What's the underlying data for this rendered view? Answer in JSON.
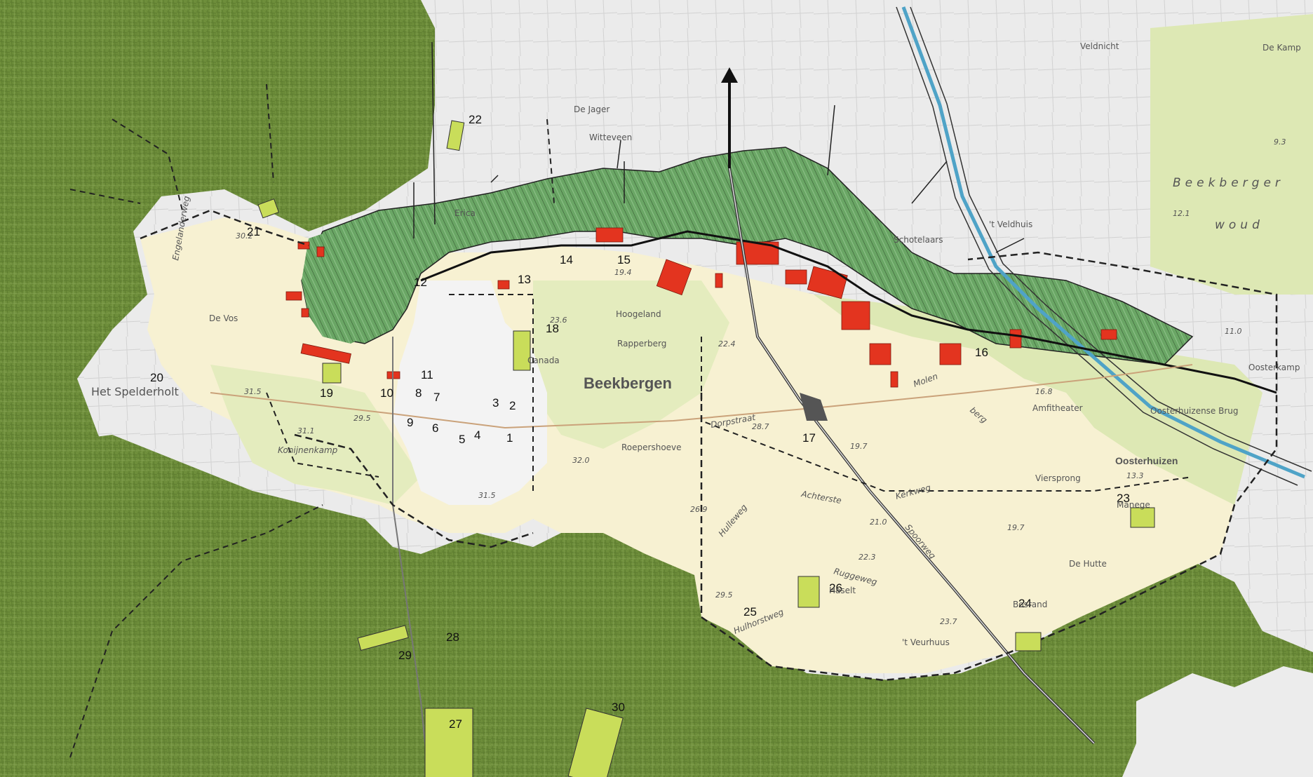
{
  "colors": {
    "forest": "#6f8f3c",
    "forest_dark": "#55742c",
    "village_cream": "#f7f1d2",
    "meadow_light": "#dde8b4",
    "parcel_green": "#5c9a5a",
    "parcel_green_light": "#8dbf7d",
    "red_building": "#e3341f",
    "yellow_site": "#c9dd5a",
    "canal_blue": "#4fa3c7",
    "grey_base": "#e4e4e4",
    "line_dark": "#222222"
  },
  "towns": {
    "beekbergen": "Beekbergen",
    "oosterhuizen": "Oosterhuizen",
    "beekberger_woud_1": "Beekberger",
    "beekberger_woud_2": "woud"
  },
  "places": [
    {
      "id": "het-spelderholt",
      "text": "Het Spelderholt"
    },
    {
      "id": "de-vos",
      "text": "De Vos"
    },
    {
      "id": "konijnenkamp",
      "text": "Konijnenkamp"
    },
    {
      "id": "canada",
      "text": "Canada"
    },
    {
      "id": "rapperberg",
      "text": "Rapperberg"
    },
    {
      "id": "hoogeland",
      "text": "Hoogeland"
    },
    {
      "id": "roepershoeve",
      "text": "Roepershoeve"
    },
    {
      "id": "amfitheater",
      "text": "Amfitheater"
    },
    {
      "id": "viersprong",
      "text": "Viersprong"
    },
    {
      "id": "manege",
      "text": "Manege"
    },
    {
      "id": "de-hutte",
      "text": "De Hutte"
    },
    {
      "id": "t-veurhuus",
      "text": "'t Veurhuus"
    },
    {
      "id": "erica",
      "text": "Erica"
    },
    {
      "id": "wittevee",
      "text": "Witteveen"
    },
    {
      "id": "de-jager",
      "text": "De Jager"
    },
    {
      "id": "oosterhuizense-brug",
      "text": "Oosterhuizense Brug"
    },
    {
      "id": "oosterkamp",
      "text": "Oosterkamp"
    },
    {
      "id": "veldnicht",
      "text": "Veldnicht"
    },
    {
      "id": "de-kamp",
      "text": "De Kamp"
    },
    {
      "id": "t-veldhuis",
      "text": "'t Veldhuis"
    },
    {
      "id": "schotelaars",
      "text": "Schotelaars"
    },
    {
      "id": "hasselt",
      "text": "Haselt"
    },
    {
      "id": "bosrand",
      "text": "Bosrand"
    }
  ],
  "roads": [
    {
      "id": "dorpstraat",
      "text": "Dorpstraat"
    },
    {
      "id": "hulleweg",
      "text": "Hulleweg"
    },
    {
      "id": "achterste",
      "text": "Achterste"
    },
    {
      "id": "kerkweg",
      "text": "Kerkweg"
    },
    {
      "id": "ruggeweg",
      "text": "Ruggeweg"
    },
    {
      "id": "hulhorstweg",
      "text": "Hulhorstweg"
    },
    {
      "id": "molen",
      "text": "Molen"
    },
    {
      "id": "berg",
      "text": "berg"
    },
    {
      "id": "spoorweg",
      "text": "Spoorweg"
    },
    {
      "id": "engelanderweg",
      "text": "Engelanderweg"
    }
  ],
  "elevations": [
    "30.2",
    "31.5",
    "29.5",
    "31.1",
    "23.6",
    "19.4",
    "22.4",
    "28.7",
    "32.0",
    "31.5",
    "26.9",
    "19.7",
    "21.0",
    "22.3",
    "29.5",
    "23.7",
    "16.8",
    "13.3",
    "19.7",
    "11.0",
    "12.1",
    "9.3"
  ],
  "numbers": [
    "1",
    "2",
    "3",
    "4",
    "5",
    "6",
    "7",
    "8",
    "9",
    "10",
    "11",
    "12",
    "13",
    "14",
    "15",
    "16",
    "17",
    "18",
    "19",
    "20",
    "21",
    "22",
    "23",
    "24",
    "25",
    "26",
    "27",
    "28",
    "29",
    "30"
  ]
}
